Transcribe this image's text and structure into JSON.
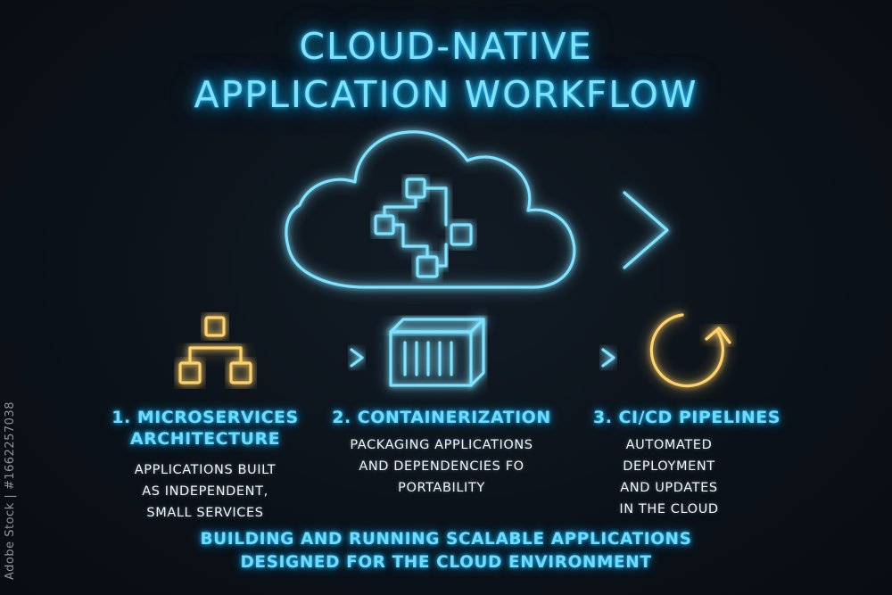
{
  "title": {
    "line1": "CLOUD-NATIVE",
    "line2": "APPLICATION WORKFLOW"
  },
  "steps": [
    {
      "heading": [
        "1.  MICROSERVICES",
        "ARCHITECTURE"
      ],
      "description": [
        "APPLICATIONS BUILT",
        "AS INDEPENDENT,",
        "SMALL SERVICES"
      ],
      "icon": "hierarchy-icon",
      "color": "#ffc94a"
    },
    {
      "heading": [
        "2. CONTAINERIZATION"
      ],
      "description": [
        "PACKAGING APPLICATIONS",
        "AND DEPENDENCIES FO",
        "PORTABILITY"
      ],
      "icon": "container-icon",
      "color": "#7fe3ff"
    },
    {
      "heading": [
        "3. CI/CD PIPELINES"
      ],
      "description": [
        "AUTOMATED",
        "DEPLOYMENT",
        "AND UPDATES",
        "IN THE CLOUD"
      ],
      "icon": "refresh-cycle-icon",
      "color": "#ffc94a"
    }
  ],
  "tagline": {
    "line1": "BUILDING AND RUNNING SCALABLE APPLICATIONS",
    "line2": "DESIGNED FOR THE CLOUD ENVIRONMENT"
  },
  "watermark": "Adobe Stock | #1662257038",
  "colors": {
    "background": "#0b1118",
    "neon_cyan": "#7fe3ff",
    "neon_orange": "#ffc94a",
    "body_text": "#eef6fb"
  }
}
